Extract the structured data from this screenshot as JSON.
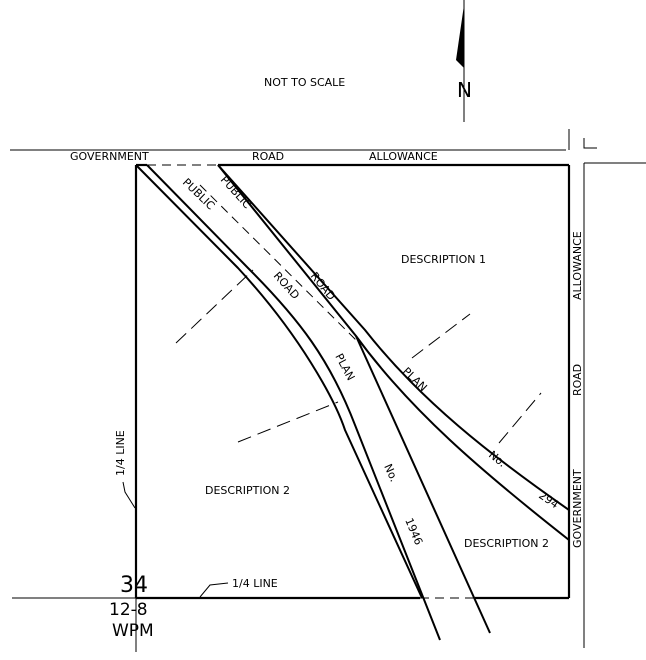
{
  "colors": {
    "ink": "#000000",
    "background": "#ffffff"
  },
  "header": {
    "scale_note": "NOT TO SCALE",
    "north_letter": "N",
    "north_icon": "north-arrow-icon"
  },
  "roads": {
    "top": {
      "word1": "GOVERNMENT",
      "word2": "ROAD",
      "word3": "ALLOWANCE"
    },
    "right": {
      "word1": "ALLOWANCE",
      "word2": "ROAD",
      "word3": "GOVERNMENT"
    }
  },
  "public_road": {
    "upper": {
      "word1": "PUBLIC",
      "word2": "ROAD",
      "word3": "PLAN",
      "word4": "No.",
      "number": "294"
    },
    "lower": {
      "word1": "PUBLIC",
      "word2": "ROAD",
      "word3": "PLAN",
      "word4": "No.",
      "number": "1946"
    }
  },
  "parcels": {
    "description1": "DESCRIPTION 1",
    "description2_left": "DESCRIPTION 2",
    "description2_right": "DESCRIPTION 2"
  },
  "quarter_lines": {
    "left": "1/4 LINE",
    "bottom": "1/4 LINE"
  },
  "corner": {
    "section": "34",
    "township": "12-8",
    "meridian": "WPM"
  }
}
